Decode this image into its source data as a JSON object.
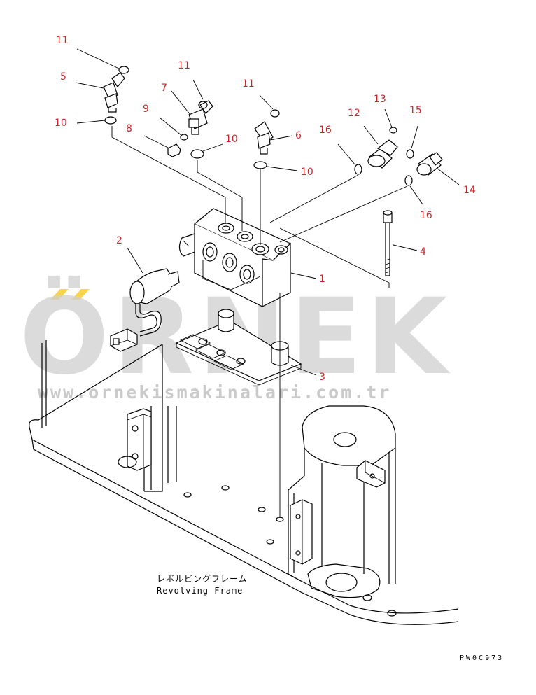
{
  "callouts": [
    {
      "id": "c11a",
      "text": "11"
    },
    {
      "id": "c5",
      "text": "5"
    },
    {
      "id": "c10a",
      "text": "10"
    },
    {
      "id": "c11b",
      "text": "11"
    },
    {
      "id": "c7",
      "text": "7"
    },
    {
      "id": "c9",
      "text": "9"
    },
    {
      "id": "c8",
      "text": "8"
    },
    {
      "id": "c10b",
      "text": "10"
    },
    {
      "id": "c11c",
      "text": "11"
    },
    {
      "id": "c6",
      "text": "6"
    },
    {
      "id": "c10c",
      "text": "10"
    },
    {
      "id": "c13",
      "text": "13"
    },
    {
      "id": "c12",
      "text": "12"
    },
    {
      "id": "c15",
      "text": "15"
    },
    {
      "id": "c16a",
      "text": "16"
    },
    {
      "id": "c14",
      "text": "14"
    },
    {
      "id": "c16b",
      "text": "16"
    },
    {
      "id": "c2",
      "text": "2"
    },
    {
      "id": "c4",
      "text": "4"
    },
    {
      "id": "c1",
      "text": "1"
    },
    {
      "id": "c3",
      "text": "3"
    }
  ],
  "caption": {
    "japanese": "レボルビングフレーム",
    "english": "Revolving Frame"
  },
  "watermark": {
    "brand": "ÖRNEK",
    "url": "www.ornekismakinalari.com.tr"
  },
  "drawing_code": "PW0C973",
  "colors": {
    "callout": "#c8282d",
    "watermark": "#cfcfcf",
    "watermark_accent": "#f2c300",
    "line": "#000000"
  }
}
